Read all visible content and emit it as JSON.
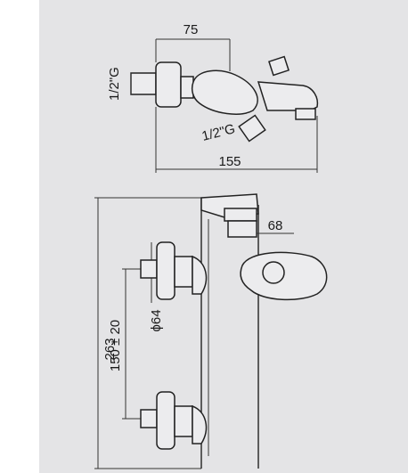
{
  "diagram": {
    "top_view": {
      "dim_width": "75",
      "dim_total": "155",
      "thread_inlet": "1/2\"G",
      "thread_outlet": "1/2\"G"
    },
    "front_view": {
      "dim_height": "263",
      "dim_centers": "150 ± 20",
      "dim_diameter": "ϕ64",
      "dim_spout": "68"
    }
  },
  "colors": {
    "background": "#e4e4e6",
    "line": "#222222"
  }
}
